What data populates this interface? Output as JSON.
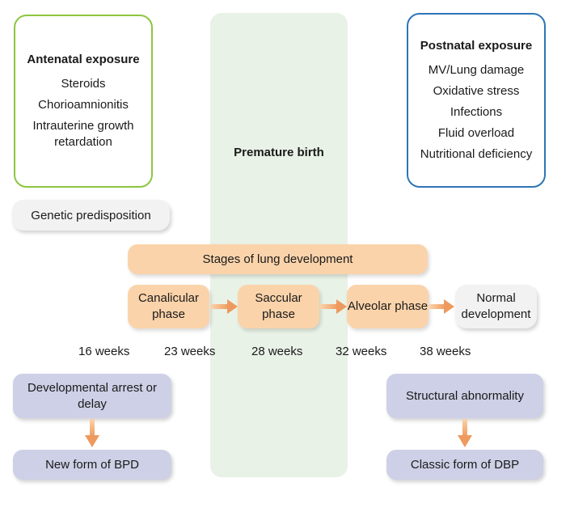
{
  "antenatal": {
    "title": "Antenatal exposure",
    "items": [
      "Steroids",
      "Chorioamnionitis",
      "Intrauterine growth retardation"
    ],
    "border_color": "#8dc63f"
  },
  "postnatal": {
    "title": "Postnatal exposure",
    "items": [
      "MV/Lung damage",
      "Oxidative stress",
      "Infections",
      "Fluid overload",
      "Nutritional deficiency"
    ],
    "border_color": "#2e75b6"
  },
  "premature_birth": "Premature birth",
  "genetic": "Genetic predisposition",
  "stages_header": "Stages of lung development",
  "phases": [
    "Canalicular phase",
    "Saccular phase",
    "Alveolar phase"
  ],
  "normal": "Normal development",
  "weeks": [
    "16 weeks",
    "23 weeks",
    "28 weeks",
    "32 weeks",
    "38 weeks"
  ],
  "outcomes": {
    "arrest": "Developmental arrest or delay",
    "new_bpd": "New form of BPD",
    "structural": "Structural abnormality",
    "classic": "Classic form of DBP"
  },
  "colors": {
    "phase_fill": "#fbd3aa",
    "arrow": "#f0a26a",
    "outcome_fill": "#cdd0e6",
    "band_fill": "#e9f2e7"
  }
}
